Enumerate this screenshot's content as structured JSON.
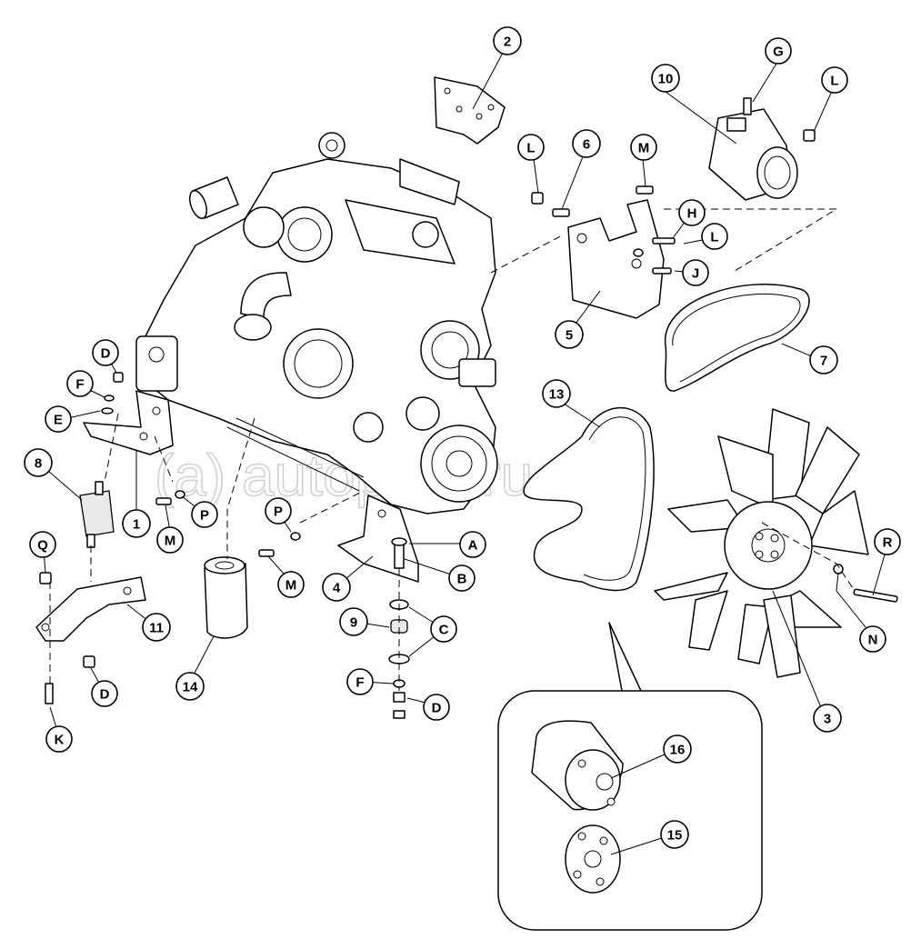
{
  "watermark": "(a) autopiter.ru",
  "callouts": {
    "n1": "1",
    "n2": "2",
    "n3": "3",
    "n4": "4",
    "n5": "5",
    "n6": "6",
    "n7": "7",
    "n8": "8",
    "n9": "9",
    "n10": "10",
    "n11": "11",
    "n13": "13",
    "n14": "14",
    "n15": "15",
    "n16": "16",
    "A": "A",
    "B": "B",
    "C": "C",
    "D1": "D",
    "D2": "D",
    "D3": "D",
    "E": "E",
    "F1": "F",
    "F2": "F",
    "G": "G",
    "H": "H",
    "J": "J",
    "K": "K",
    "L1": "L",
    "L2": "L",
    "L3": "L",
    "M1": "M",
    "M2": "M",
    "M3": "M",
    "N": "N",
    "P1": "P",
    "P2": "P",
    "Q": "Q",
    "R": "R"
  }
}
